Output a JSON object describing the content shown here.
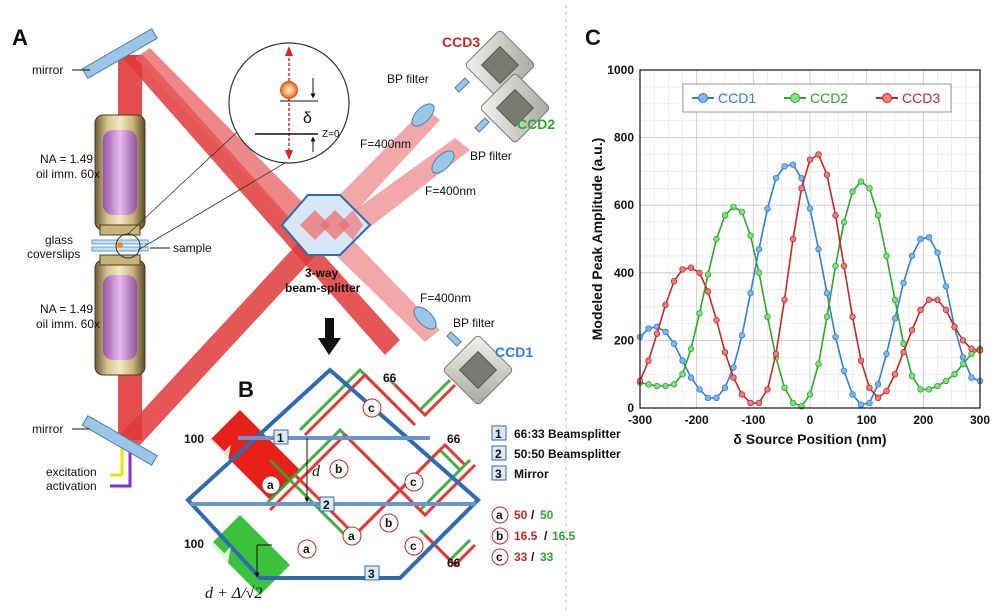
{
  "panels": {
    "a": "A",
    "b": "B",
    "c": "C"
  },
  "setup": {
    "mirror_top": "mirror",
    "mirror_bottom": "mirror",
    "objective_top": [
      "NA = 1.49",
      "oil imm. 60x"
    ],
    "objective_bottom": [
      "NA = 1.49",
      "oil imm. 60x"
    ],
    "glass": [
      "glass",
      "coverslips"
    ],
    "sample": "sample",
    "excitation": "excitation",
    "activation": "activation",
    "delta": "δ",
    "z0": "Z=0",
    "splitter": [
      "3-way",
      "beam-splitter"
    ],
    "f1": "F=400nm",
    "f2": "F=400nm",
    "f3": "F=400nm",
    "bp1": "BP filter",
    "bp2": "BP filter",
    "bp3": "BP filter",
    "ccd1": "CCD1",
    "ccd2": "CCD2",
    "ccd3": "CCD3"
  },
  "panel_b": {
    "in_red": "100",
    "in_green": "100",
    "out_top": "66",
    "out_mid": "66",
    "out_bot": "66",
    "d": "d",
    "d2": "d + Δ/√2",
    "n1": "1",
    "n2": "2",
    "n3": "3",
    "legend": [
      {
        "key": "1",
        "text": "66:33 Beamsplitter"
      },
      {
        "key": "2",
        "text": "50:50 Beamsplitter"
      },
      {
        "key": "3",
        "text": "Mirror"
      }
    ],
    "ratios": [
      {
        "key": "a",
        "red": "50",
        "green": "50"
      },
      {
        "key": "b",
        "red": "16.5",
        "green": "16.5"
      },
      {
        "key": "c",
        "red": "33",
        "green": "33"
      }
    ]
  },
  "chart_data": {
    "type": "line",
    "xlabel": "δ Source Position (nm)",
    "ylabel": "Modeled  Peak  Amplitude (a.u.)",
    "xlim": [
      -300,
      300
    ],
    "ylim": [
      0,
      1000
    ],
    "xticks": [
      -300,
      -200,
      -100,
      0,
      100,
      200,
      300
    ],
    "yticks": [
      0,
      200,
      400,
      600,
      800,
      1000
    ],
    "grid": true,
    "legend_position": "top",
    "series": [
      {
        "name": "CCD1",
        "color": "#2f7fd6",
        "fill": "#7fb6ee",
        "x": [
          -300,
          -285,
          -270,
          -255,
          -240,
          -225,
          -210,
          -195,
          -180,
          -165,
          -150,
          -135,
          -120,
          -105,
          -90,
          -75,
          -60,
          -45,
          -30,
          -15,
          0,
          15,
          30,
          45,
          60,
          75,
          90,
          105,
          120,
          135,
          150,
          165,
          180,
          195,
          210,
          225,
          240,
          255,
          270,
          285,
          300
        ],
        "y": [
          210,
          235,
          240,
          225,
          190,
          140,
          90,
          55,
          30,
          30,
          60,
          120,
          215,
          340,
          470,
          590,
          680,
          715,
          720,
          680,
          590,
          470,
          340,
          210,
          110,
          40,
          10,
          15,
          70,
          160,
          265,
          370,
          450,
          500,
          505,
          460,
          360,
          240,
          150,
          90,
          80
        ]
      },
      {
        "name": "CCD2",
        "color": "#2ca82c",
        "fill": "#7ee07e",
        "x": [
          -300,
          -285,
          -270,
          -255,
          -240,
          -225,
          -210,
          -195,
          -180,
          -165,
          -150,
          -135,
          -120,
          -105,
          -90,
          -75,
          -60,
          -45,
          -30,
          -15,
          0,
          15,
          30,
          45,
          60,
          75,
          90,
          105,
          120,
          135,
          150,
          165,
          180,
          195,
          210,
          225,
          240,
          255,
          270,
          285,
          300
        ],
        "y": [
          75,
          70,
          65,
          65,
          70,
          100,
          175,
          280,
          395,
          500,
          570,
          595,
          580,
          510,
          400,
          270,
          150,
          60,
          15,
          5,
          40,
          130,
          270,
          420,
          550,
          640,
          670,
          650,
          570,
          450,
          320,
          190,
          95,
          55,
          55,
          65,
          80,
          100,
          130,
          160,
          175
        ]
      },
      {
        "name": "CCD3",
        "color": "#c62828",
        "fill": "#ee7f7f",
        "x": [
          -300,
          -285,
          -270,
          -255,
          -240,
          -225,
          -210,
          -195,
          -180,
          -165,
          -150,
          -135,
          -120,
          -105,
          -90,
          -75,
          -60,
          -45,
          -30,
          -15,
          0,
          15,
          30,
          45,
          60,
          75,
          90,
          105,
          120,
          135,
          150,
          165,
          180,
          195,
          210,
          225,
          240,
          255,
          270,
          285,
          300
        ],
        "y": [
          80,
          140,
          220,
          305,
          375,
          410,
          415,
          400,
          345,
          260,
          165,
          90,
          40,
          15,
          15,
          55,
          160,
          320,
          500,
          650,
          735,
          750,
          690,
          570,
          420,
          270,
          140,
          60,
          30,
          50,
          100,
          165,
          230,
          290,
          320,
          320,
          290,
          240,
          200,
          175,
          170
        ]
      }
    ]
  }
}
